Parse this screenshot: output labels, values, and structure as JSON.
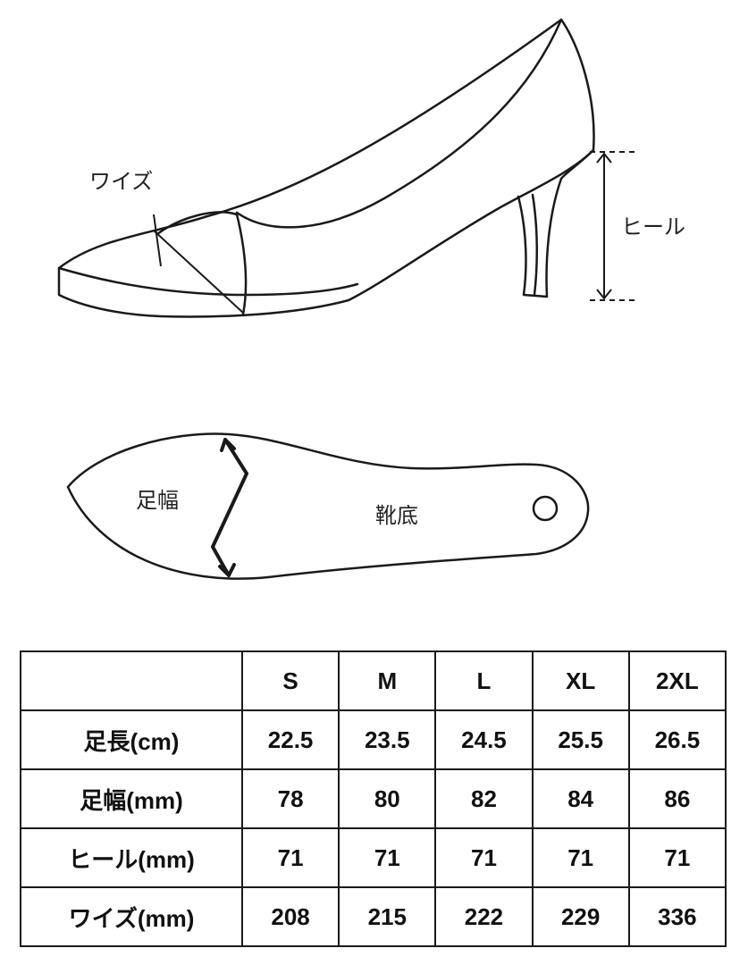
{
  "diagram": {
    "labels": {
      "wise": "ワイズ",
      "heel": "ヒール",
      "foot_width": "足幅",
      "sole": "靴底"
    }
  },
  "table": {
    "corner": "",
    "sizes": [
      "S",
      "M",
      "L",
      "XL",
      "2XL"
    ],
    "rows": [
      {
        "label": "足長(cm)",
        "values": [
          "22.5",
          "23.5",
          "24.5",
          "25.5",
          "26.5"
        ]
      },
      {
        "label": "足幅(mm)",
        "values": [
          "78",
          "80",
          "82",
          "84",
          "86"
        ]
      },
      {
        "label": "ヒール(mm)",
        "values": [
          "71",
          "71",
          "71",
          "71",
          "71"
        ]
      },
      {
        "label": "ワイズ(mm)",
        "values": [
          "208",
          "215",
          "222",
          "229",
          "336"
        ]
      }
    ]
  }
}
